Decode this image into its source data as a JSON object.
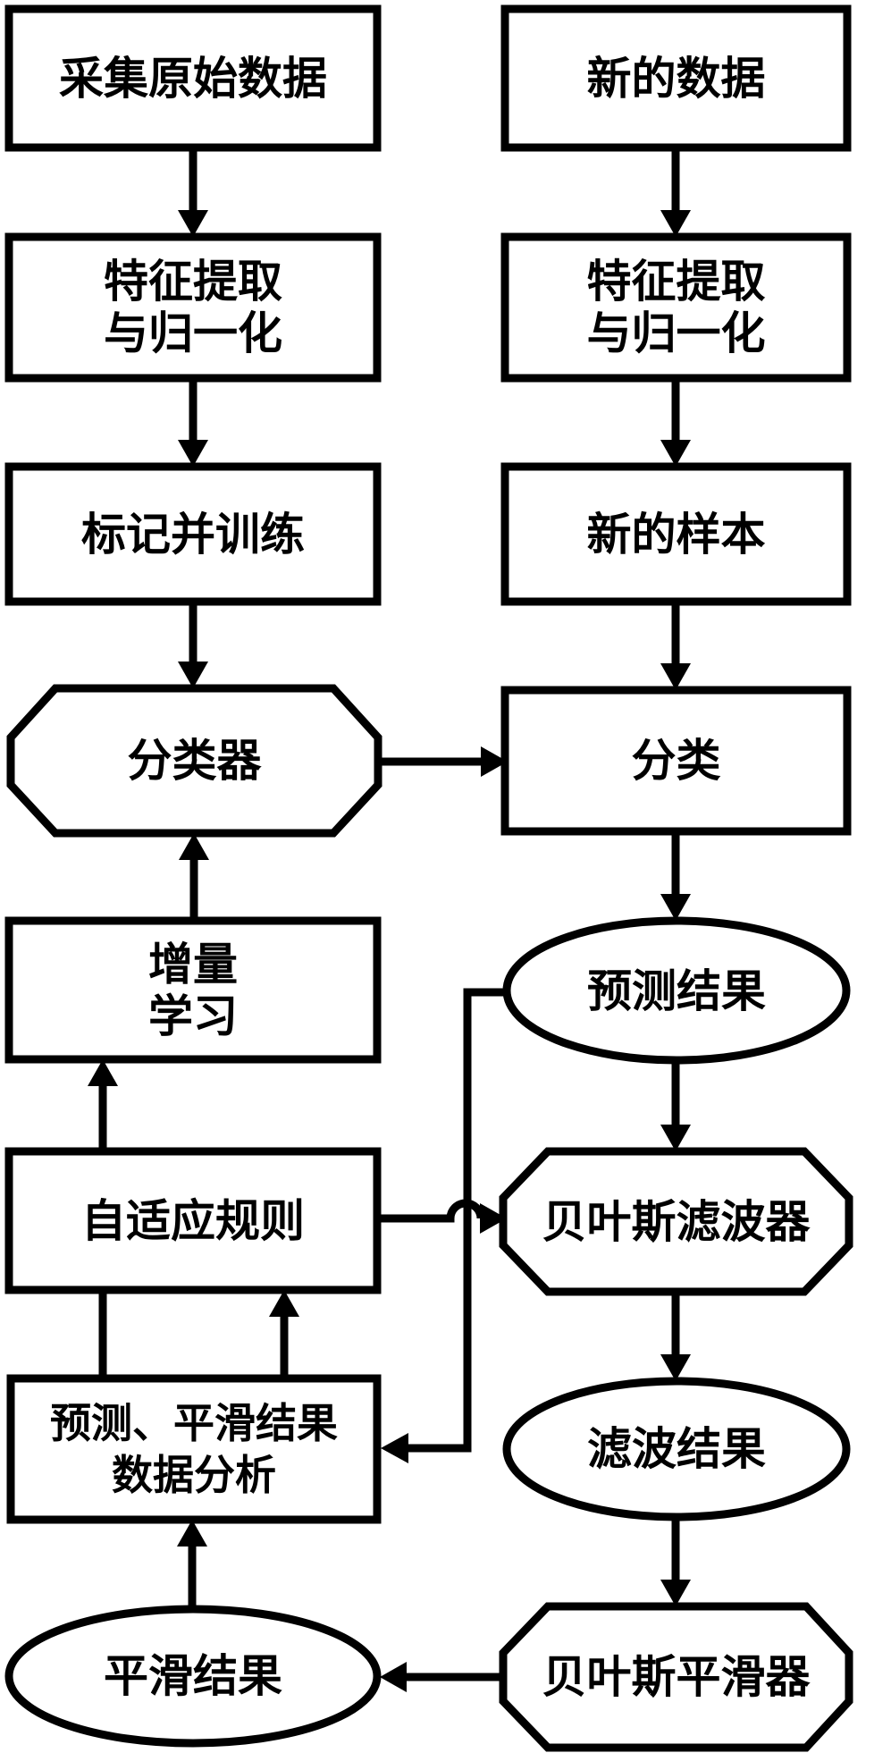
{
  "diagram": {
    "kind": "flowchart",
    "colors": {
      "stroke": "#000000",
      "background": "#ffffff"
    },
    "nodes": {
      "collect_raw_data": {
        "shape": "rect",
        "label": "采集原始数据"
      },
      "feature_extraction_train": {
        "shape": "rect",
        "line1": "特征提取",
        "line2": "与归一化"
      },
      "label_and_train": {
        "shape": "rect",
        "label": "标记并训练"
      },
      "classifier": {
        "shape": "octagon",
        "label": "分类器"
      },
      "incremental_learning": {
        "shape": "rect",
        "line1": "增量",
        "line2": "学习"
      },
      "adaptive_rules": {
        "shape": "rect",
        "label": "自适应规则"
      },
      "data_analysis": {
        "shape": "rect",
        "line1": "预测、平滑结果",
        "line2": "数据分析"
      },
      "smooth_result": {
        "shape": "ellipse",
        "label": "平滑结果"
      },
      "new_data": {
        "shape": "rect",
        "label": "新的数据"
      },
      "feature_extraction_new": {
        "shape": "rect",
        "line1": "特征提取",
        "line2": "与归一化"
      },
      "new_samples": {
        "shape": "rect",
        "label": "新的样本"
      },
      "classification": {
        "shape": "rect",
        "label": "分类"
      },
      "prediction_result": {
        "shape": "ellipse",
        "label": "预测结果"
      },
      "bayesian_filter": {
        "shape": "octagon",
        "label": "贝叶斯滤波器"
      },
      "filter_result": {
        "shape": "ellipse",
        "label": "滤波结果"
      },
      "bayesian_smoother": {
        "shape": "octagon",
        "label": "贝叶斯平滑器"
      }
    },
    "edges": [
      {
        "from": "collect_raw_data",
        "to": "feature_extraction_train",
        "type": "arrow"
      },
      {
        "from": "feature_extraction_train",
        "to": "label_and_train",
        "type": "arrow"
      },
      {
        "from": "label_and_train",
        "to": "classifier",
        "type": "arrow"
      },
      {
        "from": "classifier",
        "to": "classification",
        "type": "arrow"
      },
      {
        "from": "incremental_learning",
        "to": "classifier",
        "type": "arrow"
      },
      {
        "from": "adaptive_rules",
        "to": "incremental_learning",
        "type": "arrow"
      },
      {
        "from": "data_analysis",
        "to": "adaptive_rules",
        "type": "arrow"
      },
      {
        "from": "data_analysis",
        "to": "adaptive_rules",
        "type": "line"
      },
      {
        "from": "adaptive_rules",
        "to": "bayesian_filter",
        "type": "arrow"
      },
      {
        "from": "smooth_result",
        "to": "data_analysis",
        "type": "arrow"
      },
      {
        "from": "new_data",
        "to": "feature_extraction_new",
        "type": "arrow"
      },
      {
        "from": "feature_extraction_new",
        "to": "new_samples",
        "type": "arrow"
      },
      {
        "from": "new_samples",
        "to": "classification",
        "type": "arrow"
      },
      {
        "from": "classification",
        "to": "prediction_result",
        "type": "arrow"
      },
      {
        "from": "prediction_result",
        "to": "bayesian_filter",
        "type": "arrow"
      },
      {
        "from": "bayesian_filter",
        "to": "filter_result",
        "type": "arrow"
      },
      {
        "from": "filter_result",
        "to": "bayesian_smoother",
        "type": "arrow"
      },
      {
        "from": "bayesian_smoother",
        "to": "smooth_result",
        "type": "arrow"
      },
      {
        "from": "prediction_result",
        "to": "data_analysis",
        "type": "arrow"
      }
    ]
  }
}
